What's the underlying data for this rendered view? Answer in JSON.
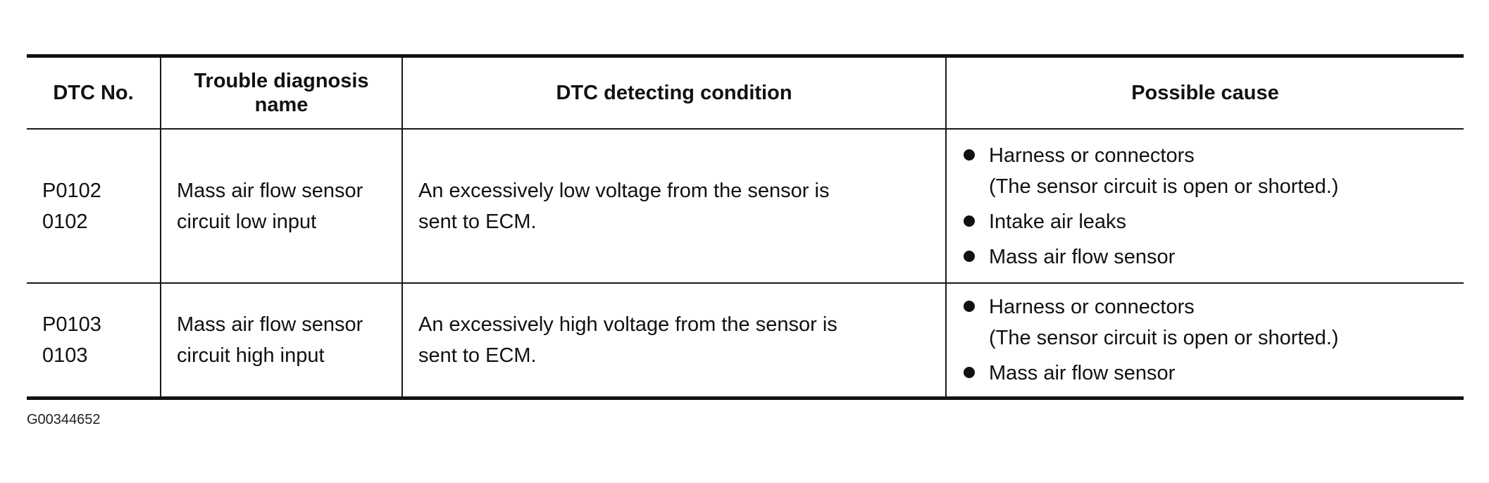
{
  "table": {
    "headers": [
      [
        "DTC No."
      ],
      [
        "Trouble diagnosis",
        "name"
      ],
      [
        "DTC detecting condition"
      ],
      [
        "Possible cause"
      ]
    ],
    "rows": [
      {
        "dtc": [
          "P0102",
          "0102"
        ],
        "name": [
          "Mass air flow sensor",
          "circuit low input"
        ],
        "condition": [
          "An excessively low voltage from the sensor is",
          "sent to ECM."
        ],
        "causes": [
          [
            "Harness or connectors",
            "(The sensor circuit is open or shorted.)"
          ],
          [
            "Intake air leaks"
          ],
          [
            "Mass air flow sensor"
          ]
        ]
      },
      {
        "dtc": [
          "P0103",
          "0103"
        ],
        "name": [
          "Mass air flow sensor",
          "circuit high input"
        ],
        "condition": [
          "An excessively high voltage from the sensor is",
          "sent to ECM."
        ],
        "causes": [
          [
            "Harness or connectors",
            "(The sensor circuit is open or shorted.)"
          ],
          [
            "Mass air flow sensor"
          ]
        ]
      }
    ]
  },
  "figure_id": "G00344652",
  "icons": {
    "bullet": "bullet-dot-icon"
  },
  "colors": {
    "ink": "#111111",
    "background": "#ffffff"
  }
}
